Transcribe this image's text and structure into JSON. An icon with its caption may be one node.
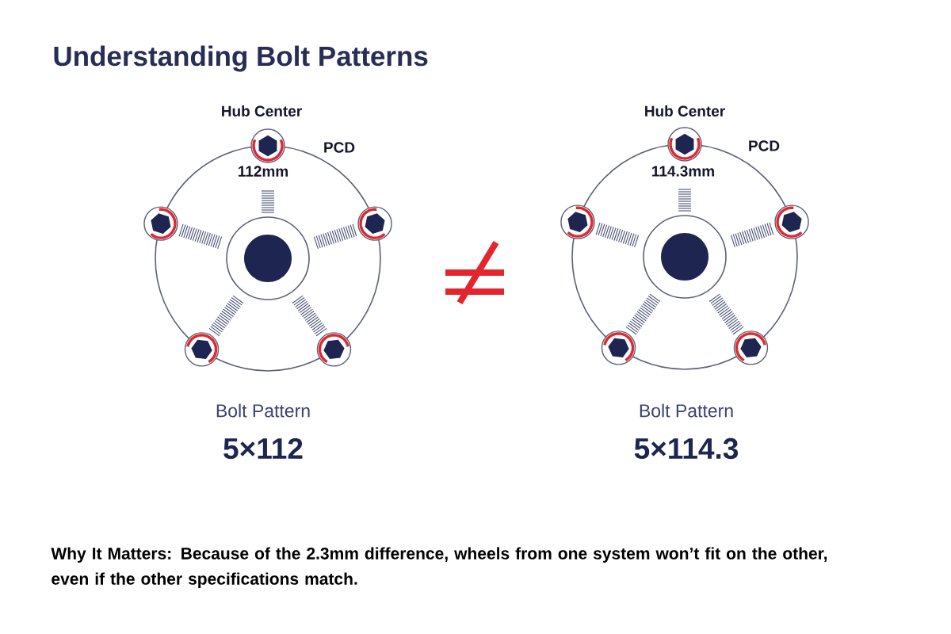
{
  "diagram": {
    "title": "Understanding Bolt Patterns",
    "caption": "Why It Matters: Because of the 2.3mm difference, wheels from one system won’t fit on the other, even if the other specifications match.",
    "labels": [
      "Hub Center",
      "PCD",
      "112mm",
      "Bolt Pattern",
      "5×112",
      "Hub Center",
      "PCD",
      "114.3mm",
      "Bolt Pattern",
      "5×114.3"
    ]
  }
}
